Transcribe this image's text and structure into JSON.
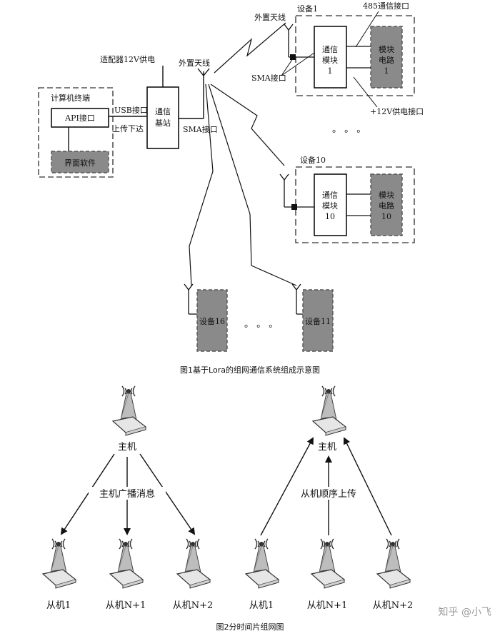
{
  "fig1": {
    "caption": "图1基于Lora的组网通信系统组成示意图",
    "terminal_title": "计算机终端",
    "api_label": "API接口",
    "ui_software": "界面软件",
    "usb_label": "USB接口",
    "updown_label": "上传下达",
    "adapter_label": "适配器12V供电",
    "base_station_line1": "通信",
    "base_station_line2": "基站",
    "sma_main": "SMA接口",
    "antenna_main": "外置天线",
    "antenna_top": "外置天线",
    "device1": {
      "title": "设备1",
      "comm_line1": "通信",
      "comm_line2": "模块",
      "comm_line3": "1",
      "mod_line1": "模块",
      "mod_line2": "电路",
      "mod_line3": "1",
      "rs485": "485通信接口",
      "sma": "SMA接口",
      "power": "+12V供电接口"
    },
    "dots_mid": "。 。 。",
    "device10": {
      "title": "设备10",
      "comm_line1": "通信",
      "comm_line2": "模块",
      "comm_line3": "10",
      "mod_line1": "模块",
      "mod_line2": "电路",
      "mod_line3": "10"
    },
    "device16": "设备16",
    "device11": "设备11",
    "dots_bottom": "。 。 。"
  },
  "fig2": {
    "caption": "图2分时间片组网图",
    "left": {
      "master": "主机",
      "message": "主机广播消息",
      "slaves": [
        "从机1",
        "从机N+1",
        "从机N+2"
      ]
    },
    "right": {
      "master": "主机",
      "message": "从机顺序上传",
      "slaves": [
        "从机1",
        "从机N+1",
        "从机N+2"
      ]
    },
    "watermark": "知乎 @小飞"
  }
}
